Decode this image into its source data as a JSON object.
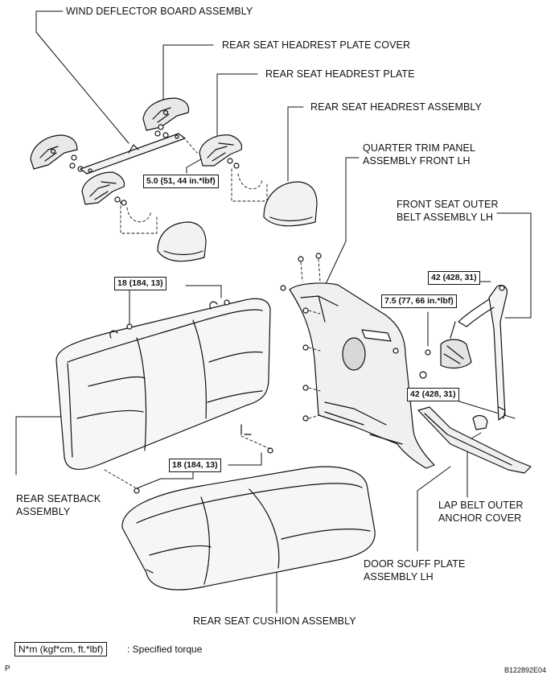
{
  "labels": {
    "wind_deflector": "WIND DEFLECTOR BOARD ASSEMBLY",
    "headrest_plate_cover": "REAR SEAT HEADREST PLATE COVER",
    "headrest_plate": "REAR SEAT HEADREST PLATE",
    "headrest_assembly": "REAR SEAT HEADREST ASSEMBLY",
    "quarter_trim_1": "QUARTER TRIM PANEL",
    "quarter_trim_2": "ASSEMBLY FRONT LH",
    "front_belt_1": "FRONT SEAT OUTER",
    "front_belt_2": "BELT ASSEMBLY LH",
    "seatback_1": "REAR SEATBACK",
    "seatback_2": "ASSEMBLY",
    "lap_cover_1": "LAP BELT OUTER",
    "lap_cover_2": "ANCHOR COVER",
    "scuff_1": "DOOR SCUFF PLATE",
    "scuff_2": "ASSEMBLY LH",
    "cushion": "REAR SEAT CUSHION ASSEMBLY"
  },
  "torques": {
    "headrest_plate": "5.0 (51, 44 in.*lbf)",
    "seatback_top": "18 (184, 13)",
    "seatback_bottom": "18 (184, 13)",
    "belt_upper": "42 (428, 31)",
    "belt_mid": "7.5 (77, 66 in.*lbf)",
    "belt_lower": "42 (428, 31)"
  },
  "legend": {
    "box": "N*m (kgf*cm, ft.*lbf)",
    "text": ": Specified torque"
  },
  "footer": {
    "page_mark": "P",
    "figure_code": "B122892E04"
  }
}
